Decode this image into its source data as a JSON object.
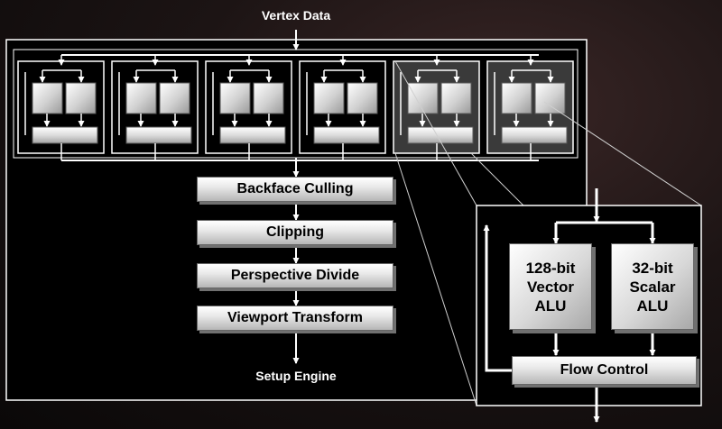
{
  "top_label": "Vertex Data",
  "bottom_label": "Setup Engine",
  "pipeline": {
    "stages": [
      "Backface Culling",
      "Clipping",
      "Perspective Divide",
      "Viewport Transform"
    ]
  },
  "detail": {
    "vector_alu": "128-bit\nVector\nALU",
    "scalar_alu": "32-bit\nScalar\nALU",
    "flow_control": "Flow Control"
  },
  "colors": {
    "line": "#ffffff",
    "panel": "#000000",
    "highlight_unit": "#3a3a3a",
    "block_light": "#ffffff",
    "block_dark": "#a8a8a8"
  }
}
